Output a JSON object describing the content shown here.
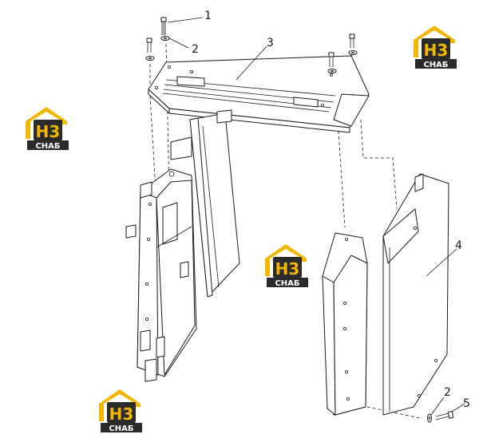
{
  "callouts": [
    {
      "id": "c1",
      "label": "1"
    },
    {
      "id": "c2a",
      "label": "2"
    },
    {
      "id": "c3",
      "label": "3"
    },
    {
      "id": "c4",
      "label": "4"
    },
    {
      "id": "c2b",
      "label": "2"
    },
    {
      "id": "c5",
      "label": "5"
    }
  ],
  "watermark": {
    "logo_text": "H3",
    "sub_text": "СНАБ",
    "accent_color": "#f2b705",
    "dark_color": "#2b2b2b"
  }
}
